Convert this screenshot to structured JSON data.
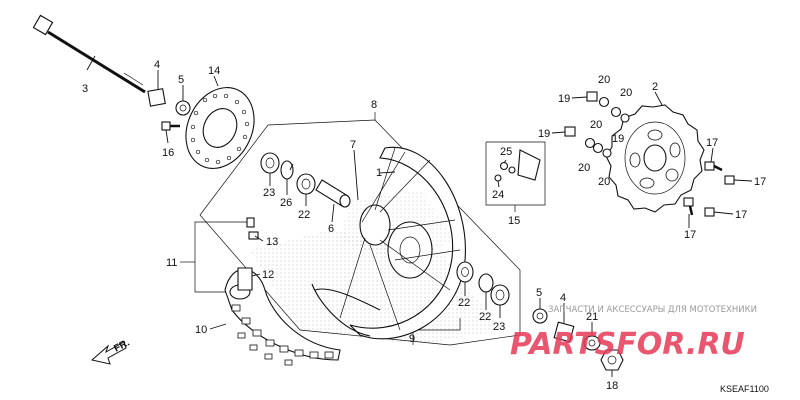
{
  "callouts": [
    {
      "id": "c1",
      "text": "1"
    },
    {
      "id": "c2",
      "text": "2"
    },
    {
      "id": "c3",
      "text": "3"
    },
    {
      "id": "c4a",
      "text": "4"
    },
    {
      "id": "c4b",
      "text": "4"
    },
    {
      "id": "c5a",
      "text": "5"
    },
    {
      "id": "c5b",
      "text": "5"
    },
    {
      "id": "c6",
      "text": "6"
    },
    {
      "id": "c7",
      "text": "7"
    },
    {
      "id": "c8",
      "text": "8"
    },
    {
      "id": "c9",
      "text": "9"
    },
    {
      "id": "c10",
      "text": "10"
    },
    {
      "id": "c11",
      "text": "11"
    },
    {
      "id": "c12",
      "text": "12"
    },
    {
      "id": "c13",
      "text": "13"
    },
    {
      "id": "c14",
      "text": "14"
    },
    {
      "id": "c15",
      "text": "15"
    },
    {
      "id": "c16",
      "text": "16"
    },
    {
      "id": "c17a",
      "text": "17"
    },
    {
      "id": "c17b",
      "text": "17"
    },
    {
      "id": "c17c",
      "text": "17"
    },
    {
      "id": "c17d",
      "text": "17"
    },
    {
      "id": "c18",
      "text": "18"
    },
    {
      "id": "c19a",
      "text": "19"
    },
    {
      "id": "c19b",
      "text": "19"
    },
    {
      "id": "c19c",
      "text": "19"
    },
    {
      "id": "c20a",
      "text": "20"
    },
    {
      "id": "c20b",
      "text": "20"
    },
    {
      "id": "c20c",
      "text": "20"
    },
    {
      "id": "c20d",
      "text": "20"
    },
    {
      "id": "c20e",
      "text": "20"
    },
    {
      "id": "c21",
      "text": "21"
    },
    {
      "id": "c22a",
      "text": "22"
    },
    {
      "id": "c22b",
      "text": "22"
    },
    {
      "id": "c22c",
      "text": "22"
    },
    {
      "id": "c23a",
      "text": "23"
    },
    {
      "id": "c23b",
      "text": "23"
    },
    {
      "id": "c24",
      "text": "24"
    },
    {
      "id": "c25",
      "text": "25"
    },
    {
      "id": "c26",
      "text": "26"
    }
  ],
  "direction_marker": "FR.",
  "diagram_code": "KSEAF1100",
  "watermark": {
    "text": "ЗАПЧАСТИ И АКСЕССУАРЫ ДЛЯ МОТОТЕХНИКИ",
    "logo": "PARTSFOR.RU"
  },
  "colors": {
    "line": "#111111",
    "watermark_text": "#9a9a9a",
    "watermark_logo": "#e53a57"
  }
}
